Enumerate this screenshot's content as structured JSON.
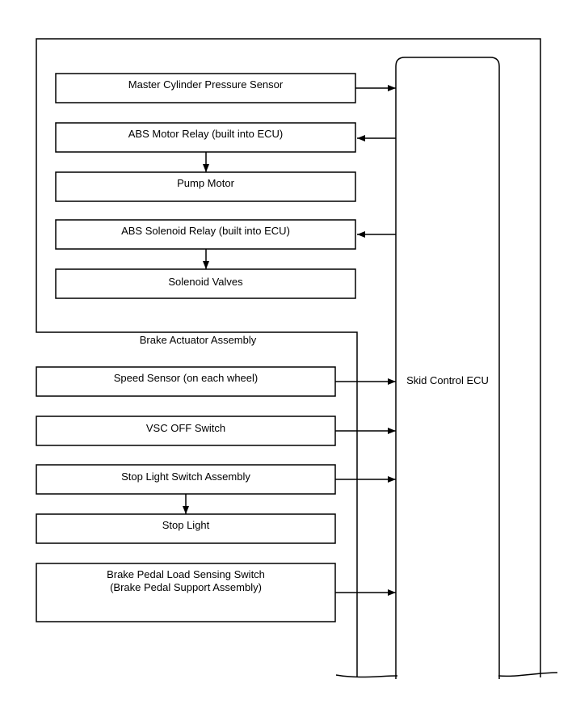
{
  "assembly_label": "Brake Actuator Assembly",
  "ecu_label": "Skid Control ECU",
  "actuator_components": {
    "master_cylinder_pressure_sensor": "Master Cylinder Pressure Sensor",
    "abs_motor_relay": "ABS Motor Relay (built into ECU)",
    "pump_motor": "Pump Motor",
    "abs_solenoid_relay": "ABS Solenoid Relay (built into ECU)",
    "solenoid_valves": "Solenoid Valves"
  },
  "external_components": {
    "speed_sensor": "Speed Sensor (on each wheel)",
    "vsc_off_switch": "VSC OFF Switch",
    "stop_light_switch": "Stop Light Switch Assembly",
    "stop_light": "Stop Light",
    "brake_pedal_switch_line1": "Brake Pedal Load Sensing Switch",
    "brake_pedal_switch_line2": "(Brake Pedal Support Assembly)"
  }
}
